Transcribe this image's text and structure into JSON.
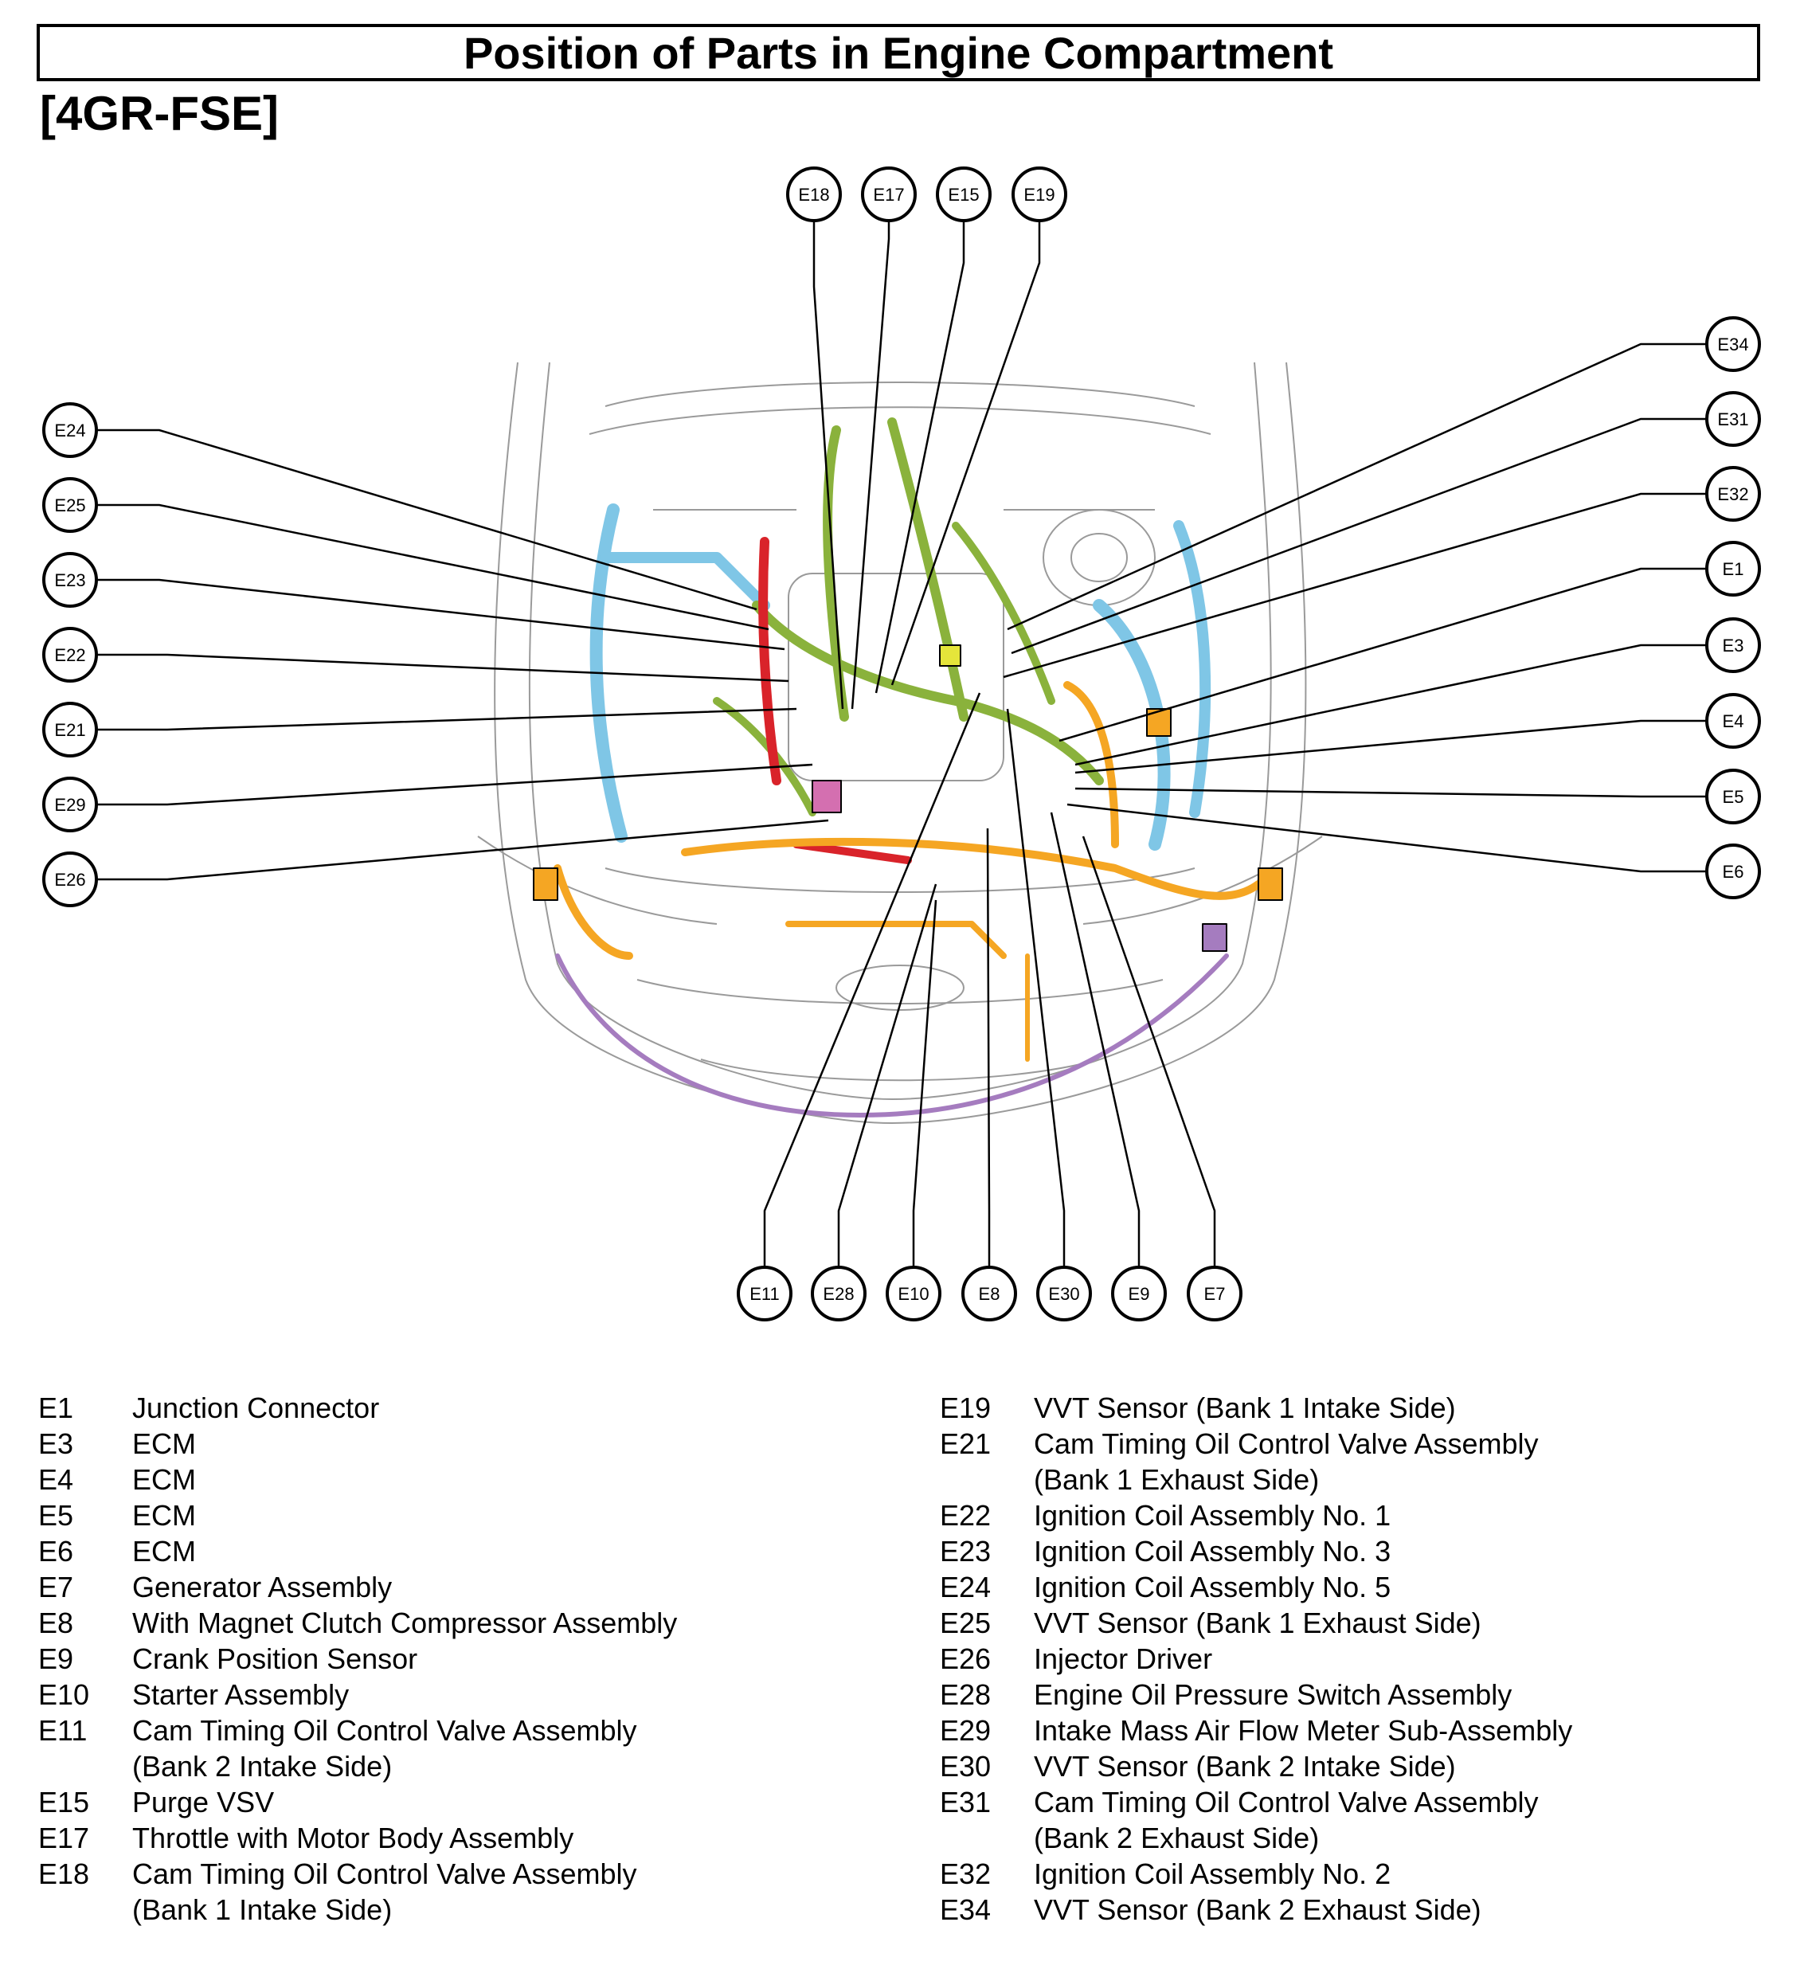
{
  "title": "Position of Parts in Engine Compartment",
  "subtitle": "[4GR-FSE]",
  "colors": {
    "harness_green": "#8ab23c",
    "harness_blue": "#7fc6e6",
    "harness_orange": "#f5a623",
    "harness_red": "#d9232a",
    "harness_purple": "#a57cbf",
    "outline_gray": "#9a9a9a"
  },
  "callouts": {
    "top": [
      "E18",
      "E17",
      "E15",
      "E19"
    ],
    "left": [
      "E24",
      "E25",
      "E23",
      "E22",
      "E21",
      "E29",
      "E26"
    ],
    "right": [
      "E34",
      "E31",
      "E32",
      "E1",
      "E3",
      "E4",
      "E5",
      "E6"
    ],
    "bottom": [
      "E11",
      "E28",
      "E10",
      "E8",
      "E30",
      "E9",
      "E7"
    ]
  },
  "legend_left": [
    {
      "code": "E1",
      "desc": "Junction Connector"
    },
    {
      "code": "E3",
      "desc": "ECM"
    },
    {
      "code": "E4",
      "desc": "ECM"
    },
    {
      "code": "E5",
      "desc": "ECM"
    },
    {
      "code": "E6",
      "desc": "ECM"
    },
    {
      "code": "E7",
      "desc": "Generator Assembly"
    },
    {
      "code": "E8",
      "desc": "With Magnet Clutch Compressor Assembly"
    },
    {
      "code": "E9",
      "desc": "Crank Position Sensor"
    },
    {
      "code": "E10",
      "desc": "Starter Assembly"
    },
    {
      "code": "E11",
      "desc": "Cam Timing Oil Control Valve Assembly\n(Bank 2 Intake Side)"
    },
    {
      "code": "E15",
      "desc": "Purge VSV"
    },
    {
      "code": "E17",
      "desc": "Throttle with Motor Body Assembly"
    },
    {
      "code": "E18",
      "desc": "Cam Timing Oil Control Valve Assembly\n(Bank 1 Intake Side)"
    }
  ],
  "legend_right": [
    {
      "code": "E19",
      "desc": "VVT Sensor (Bank 1 Intake Side)"
    },
    {
      "code": "E21",
      "desc": "Cam Timing Oil Control Valve Assembly\n(Bank 1 Exhaust Side)"
    },
    {
      "code": "E22",
      "desc": "Ignition Coil Assembly No. 1"
    },
    {
      "code": "E23",
      "desc": "Ignition Coil Assembly No. 3"
    },
    {
      "code": "E24",
      "desc": "Ignition Coil Assembly No. 5"
    },
    {
      "code": "E25",
      "desc": "VVT Sensor (Bank 1 Exhaust Side)"
    },
    {
      "code": "E26",
      "desc": "Injector Driver"
    },
    {
      "code": "E28",
      "desc": "Engine Oil Pressure Switch Assembly"
    },
    {
      "code": "E29",
      "desc": "Intake Mass Air Flow Meter Sub-Assembly"
    },
    {
      "code": "E30",
      "desc": "VVT Sensor (Bank 2 Intake Side)"
    },
    {
      "code": "E31",
      "desc": "Cam Timing Oil Control Valve Assembly\n(Bank 2 Exhaust Side)"
    },
    {
      "code": "E32",
      "desc": "Ignition Coil Assembly No. 2"
    },
    {
      "code": "E34",
      "desc": "VVT Sensor (Bank 2 Exhaust Side)"
    }
  ]
}
